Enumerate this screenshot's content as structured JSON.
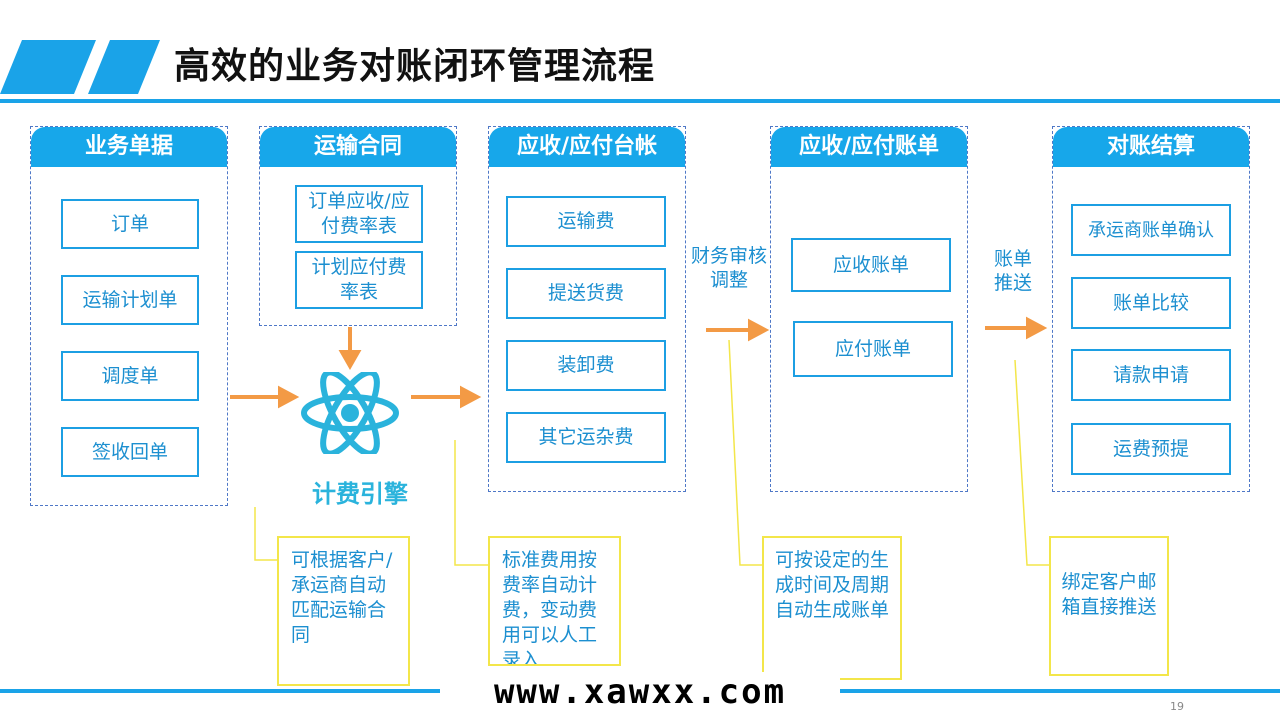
{
  "title": "高效的业务对账闭环管理流程",
  "columns": [
    {
      "header": "业务单据",
      "items": [
        "订单",
        "运输计划单",
        "调度单",
        "签收回单"
      ]
    },
    {
      "header": "运输合同",
      "items": [
        "订单应收/应付费率表",
        "计划应付费率表"
      ]
    },
    {
      "header": "应收/应付台帐",
      "items": [
        "运输费",
        "提送货费",
        "装卸费",
        "其它运杂费"
      ]
    },
    {
      "header": "应收/应付账单",
      "items": [
        "应收账单",
        "应付账单"
      ]
    },
    {
      "header": "对账结算",
      "items": [
        "承运商账单确认",
        "账单比较",
        "请款申请",
        "运费预提"
      ]
    }
  ],
  "engine_label": "计费引擎",
  "side_labels": {
    "audit": "财务审核调整",
    "push": "账单推送"
  },
  "notes": [
    "可根据客户/承运商自动匹配运输合同",
    "标准费用按费率自动计费，变动费用可以人工录入",
    "可按设定的生成时间及周期自动生成账单",
    "绑定客户邮箱直接推送"
  ],
  "watermark": "www.xawxx.com",
  "page_number": "19",
  "colors": {
    "accent": "#17a7ea",
    "arrow": "#f39a45",
    "note_border": "#f3e64a",
    "text": "#1c8fd0"
  },
  "icons": {
    "engine": "atom-icon"
  }
}
